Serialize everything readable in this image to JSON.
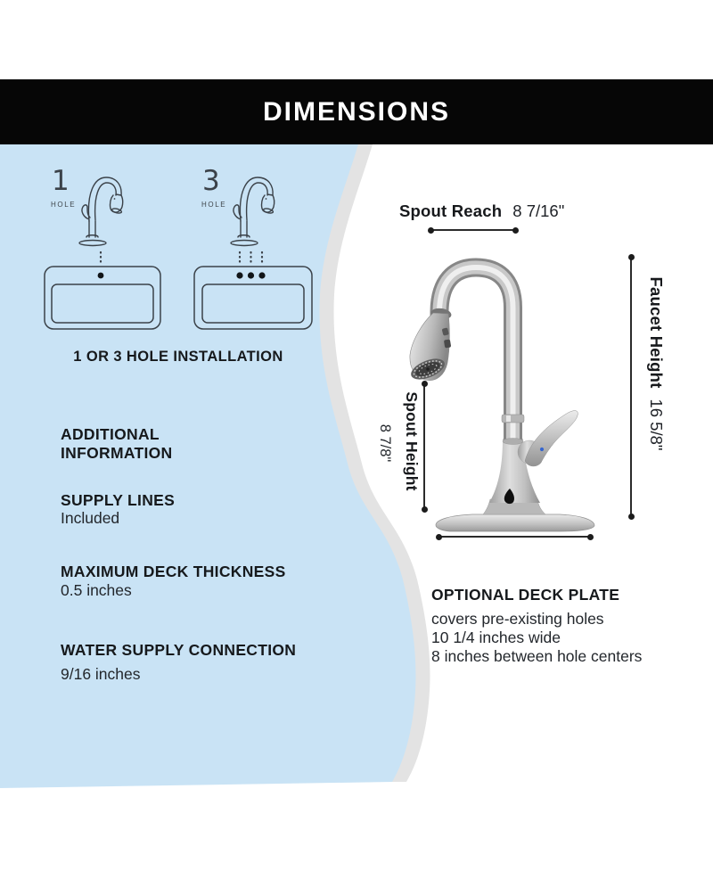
{
  "banner": {
    "title": "DIMENSIONS"
  },
  "installation": {
    "caption": "1 OR 3 HOLE INSTALLATION",
    "options": [
      {
        "number": "1",
        "unit": "HOLE"
      },
      {
        "number": "3",
        "unit": "HOLE"
      }
    ]
  },
  "info": {
    "heading": "ADDITIONAL INFORMATION",
    "items": [
      {
        "label": "SUPPLY LINES",
        "value": "Included"
      },
      {
        "label": "MAXIMUM DECK THICKNESS",
        "value": "0.5 inches"
      },
      {
        "label": "WATER SUPPLY CONNECTION",
        "value": "9/16 inches"
      }
    ]
  },
  "measurements": {
    "spout_reach": {
      "label": "Spout Reach",
      "value": "8 7/16\""
    },
    "faucet_height": {
      "label": "Faucet Height",
      "value": "16 5/8\""
    },
    "spout_height": {
      "label": "Spout Height",
      "value": "8 7/8\""
    }
  },
  "deck_plate": {
    "heading": "OPTIONAL DECK PLATE",
    "lines": [
      "covers pre-existing holes",
      "10 1/4 inches wide",
      "8 inches between hole centers"
    ]
  },
  "icons": {
    "faucet_outline": "gooseneck-pulldown-faucet-outline",
    "sink_one_hole": "sink-deck-1-hole-diagram",
    "sink_three_hole": "sink-deck-3-hole-diagram",
    "sensor": "touchless-sensor-dot"
  },
  "colors": {
    "panel_blue": "#c9e3f5",
    "stripe_gray": "#e3e3e3",
    "banner_black": "#060606",
    "ink": "#16191c",
    "line_art": "#3b4249",
    "dimension_line": "#2b2b2b",
    "faucet_metal": "#c6c6c6",
    "handle_accent_blue": "#3565cf"
  }
}
